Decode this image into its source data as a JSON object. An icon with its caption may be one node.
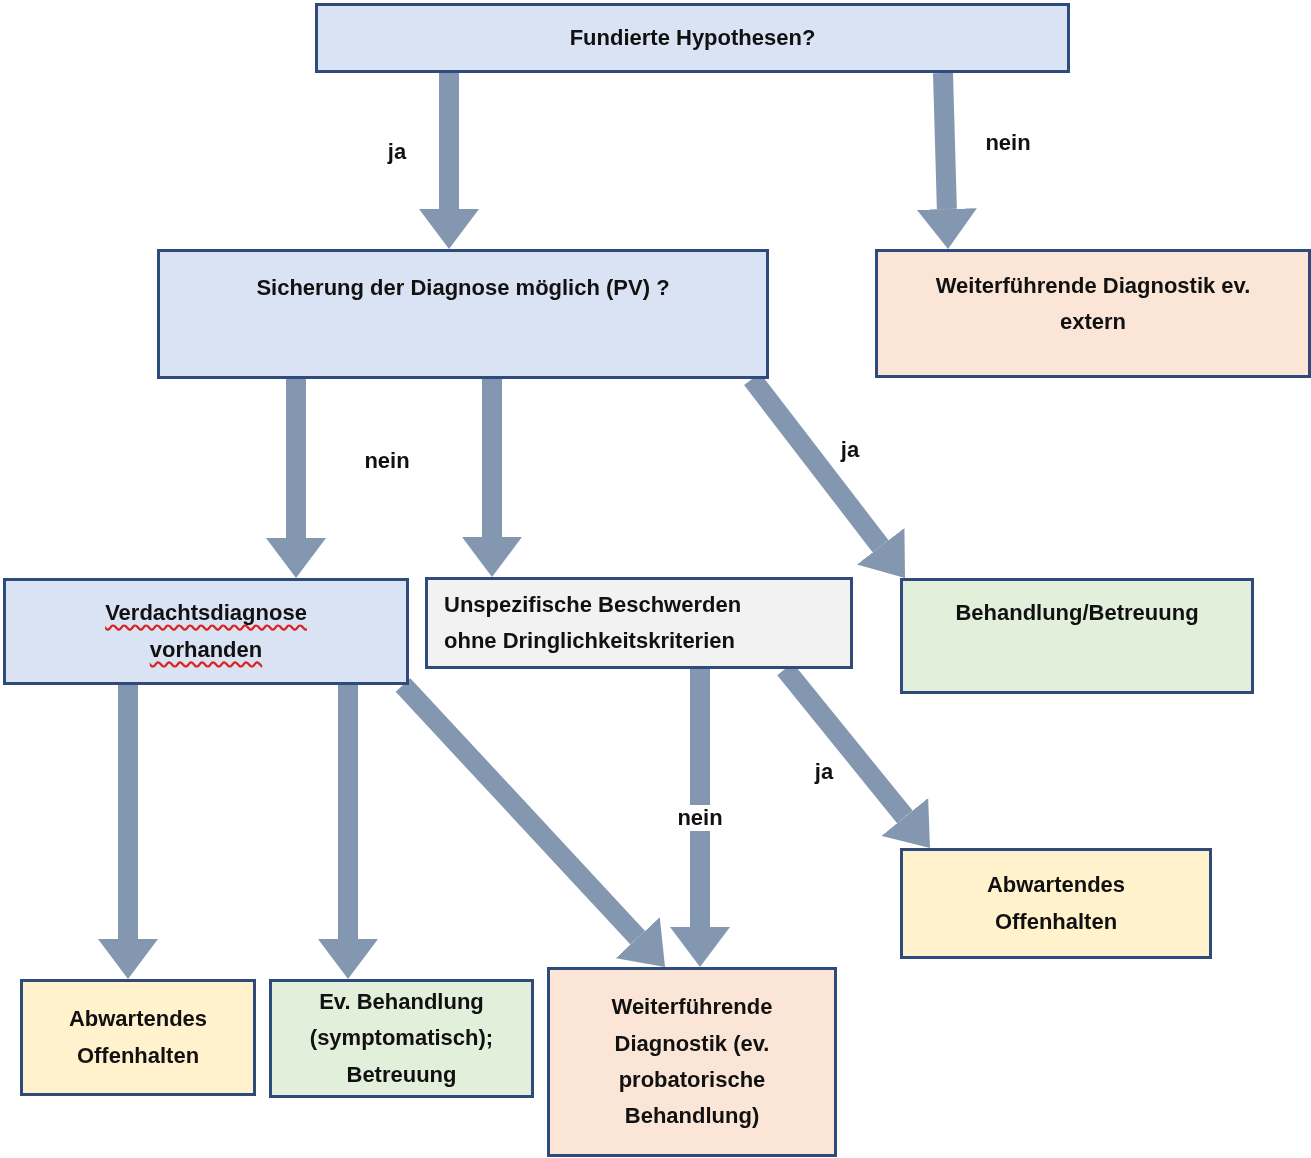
{
  "diagram": {
    "nodes": [
      {
        "text": [
          "Fundierte Hypothesen?"
        ]
      },
      {
        "text": [
          "Sicherung der Diagnose möglich (PV) ?"
        ]
      },
      {
        "text": [
          "Weiterführende Diagnostik ev. extern"
        ]
      },
      {
        "text": [
          "Verdachtsdiagnose vorhanden"
        ]
      },
      {
        "text": [
          "Unspezifische Beschwerden ohne Dringlichkeitskriterien"
        ]
      },
      {
        "text": [
          "Behandlung/Betreuung"
        ]
      },
      {
        "text": [
          "Abwartendes Offenhalten"
        ]
      },
      {
        "text": [
          "Abwartendes Offenhalten"
        ]
      },
      {
        "text": [
          "Ev. Behandlung (symptomatisch); Betreuung"
        ]
      },
      {
        "text": [
          "Weiterführende Diagnostik (ev. probatorische Behandlung)"
        ]
      }
    ],
    "edges": [
      {
        "from": 0,
        "to": 1,
        "arrow": "to",
        "label": "ja"
      },
      {
        "from": 0,
        "to": 2,
        "arrow": "to",
        "label": "nein"
      },
      {
        "from": 1,
        "to": 3,
        "arrow": "to",
        "label": "nein"
      },
      {
        "from": 1,
        "to": 4,
        "arrow": "to"
      },
      {
        "from": 1,
        "to": 5,
        "arrow": "to",
        "label": "ja"
      },
      {
        "from": 3,
        "to": 7,
        "arrow": "to"
      },
      {
        "from": 3,
        "to": 8,
        "arrow": "to"
      },
      {
        "from": 3,
        "to": 9,
        "arrow": "to"
      },
      {
        "from": 4,
        "to": 9,
        "arrow": "to",
        "label": "nein"
      },
      {
        "from": 4,
        "to": 6,
        "arrow": "to",
        "label": "ja"
      }
    ]
  }
}
